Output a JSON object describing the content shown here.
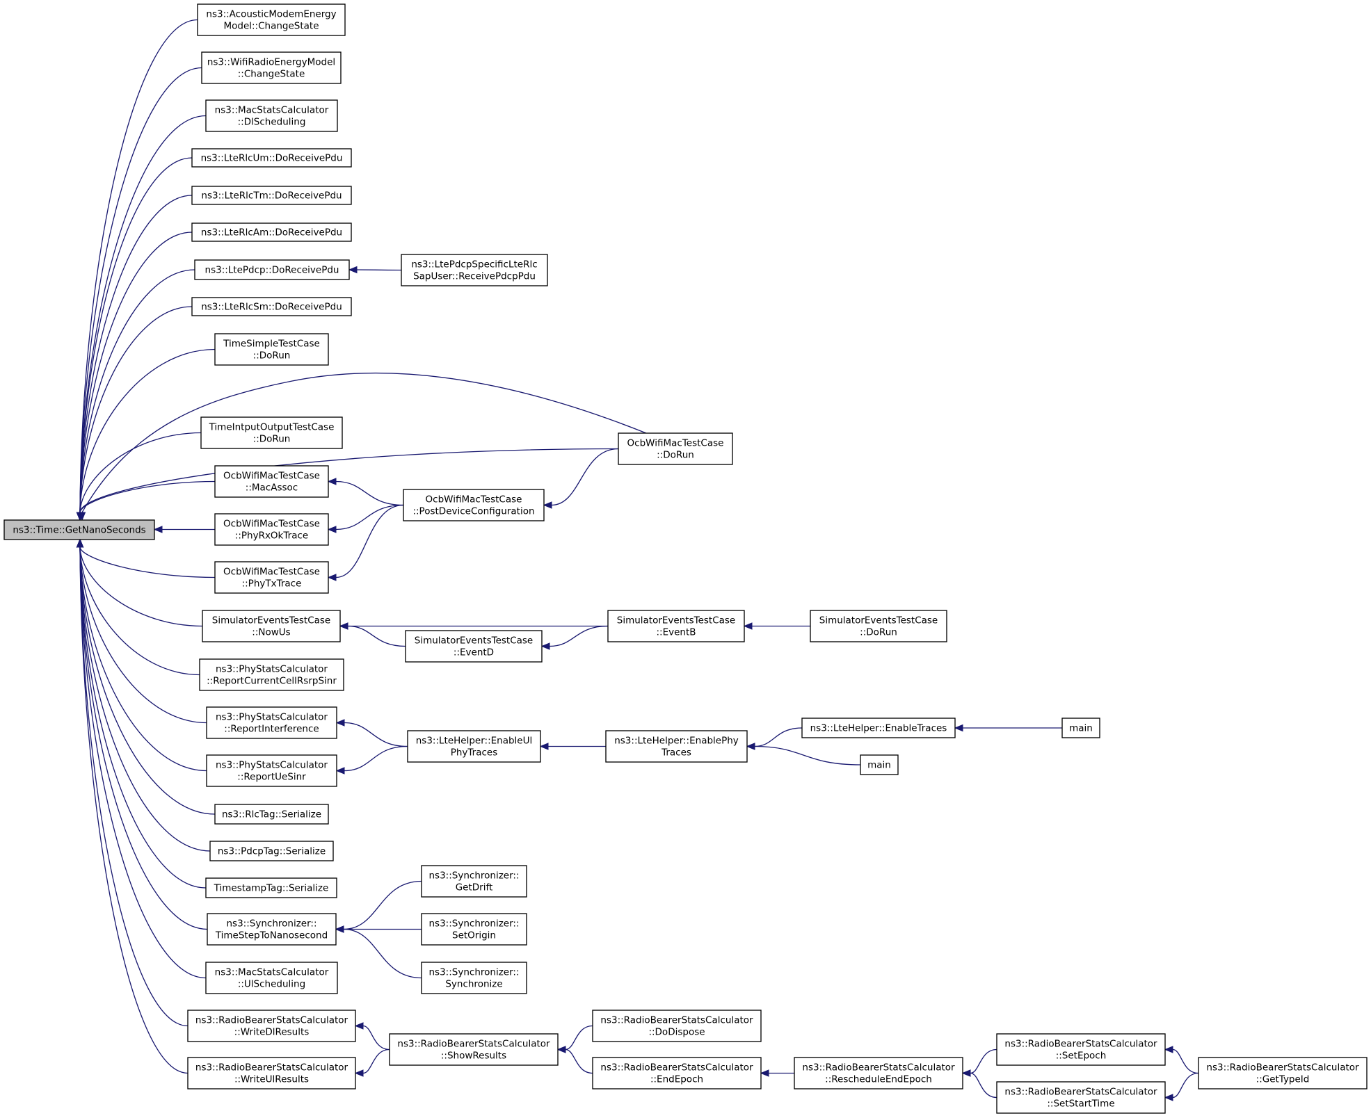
{
  "root": {
    "id": "root",
    "lines": [
      "ns3::Time::GetNanoSeconds"
    ]
  },
  "nodes": [
    {
      "id": "n1",
      "lines": [
        "ns3::AcousticModemEnergy",
        "Model::ChangeState"
      ]
    },
    {
      "id": "n2",
      "lines": [
        "ns3::WifiRadioEnergyModel",
        "::ChangeState"
      ]
    },
    {
      "id": "n3",
      "lines": [
        "ns3::MacStatsCalculator",
        "::DlScheduling"
      ]
    },
    {
      "id": "n4",
      "lines": [
        "ns3::LteRlcUm::DoReceivePdu"
      ]
    },
    {
      "id": "n5",
      "lines": [
        "ns3::LteRlcTm::DoReceivePdu"
      ]
    },
    {
      "id": "n6",
      "lines": [
        "ns3::LteRlcAm::DoReceivePdu"
      ]
    },
    {
      "id": "n7",
      "lines": [
        "ns3::LtePdcp::DoReceivePdu"
      ]
    },
    {
      "id": "n8",
      "lines": [
        "ns3::LtePdcpSpecificLteRlc",
        "SapUser::ReceivePdcpPdu"
      ]
    },
    {
      "id": "n9",
      "lines": [
        "ns3::LteRlcSm::DoReceivePdu"
      ]
    },
    {
      "id": "n10",
      "lines": [
        "TimeSimpleTestCase",
        "::DoRun"
      ]
    },
    {
      "id": "n11",
      "lines": [
        "TimeIntputOutputTestCase",
        "::DoRun"
      ]
    },
    {
      "id": "n12",
      "lines": [
        "OcbWifiMacTestCase",
        "::DoRun"
      ]
    },
    {
      "id": "n13",
      "lines": [
        "OcbWifiMacTestCase",
        "::MacAssoc"
      ]
    },
    {
      "id": "n14",
      "lines": [
        "OcbWifiMacTestCase",
        "::PostDeviceConfiguration"
      ]
    },
    {
      "id": "n15",
      "lines": [
        "OcbWifiMacTestCase",
        "::PhyRxOkTrace"
      ]
    },
    {
      "id": "n16",
      "lines": [
        "OcbWifiMacTestCase",
        "::PhyTxTrace"
      ]
    },
    {
      "id": "n17",
      "lines": [
        "SimulatorEventsTestCase",
        "::NowUs"
      ]
    },
    {
      "id": "n18",
      "lines": [
        "SimulatorEventsTestCase",
        "::EventB"
      ]
    },
    {
      "id": "n19",
      "lines": [
        "SimulatorEventsTestCase",
        "::DoRun"
      ]
    },
    {
      "id": "n20",
      "lines": [
        "SimulatorEventsTestCase",
        "::EventD"
      ]
    },
    {
      "id": "n21",
      "lines": [
        "ns3::PhyStatsCalculator",
        "::ReportCurrentCellRsrpSinr"
      ]
    },
    {
      "id": "n22",
      "lines": [
        "ns3::PhyStatsCalculator",
        "::ReportInterference"
      ]
    },
    {
      "id": "n23",
      "lines": [
        "ns3::LteHelper::EnableUl",
        "PhyTraces"
      ]
    },
    {
      "id": "n24",
      "lines": [
        "ns3::LteHelper::EnablePhy",
        "Traces"
      ]
    },
    {
      "id": "n25",
      "lines": [
        "ns3::LteHelper::EnableTraces"
      ]
    },
    {
      "id": "n26",
      "lines": [
        "main"
      ]
    },
    {
      "id": "n27",
      "lines": [
        "main"
      ]
    },
    {
      "id": "n28",
      "lines": [
        "ns3::PhyStatsCalculator",
        "::ReportUeSinr"
      ]
    },
    {
      "id": "n29",
      "lines": [
        "ns3::RlcTag::Serialize"
      ]
    },
    {
      "id": "n30",
      "lines": [
        "ns3::PdcpTag::Serialize"
      ]
    },
    {
      "id": "n31",
      "lines": [
        "TimestampTag::Serialize"
      ]
    },
    {
      "id": "n32",
      "lines": [
        "ns3::Synchronizer::",
        "TimeStepToNanosecond"
      ]
    },
    {
      "id": "n33",
      "lines": [
        "ns3::Synchronizer::",
        "GetDrift"
      ]
    },
    {
      "id": "n34",
      "lines": [
        "ns3::Synchronizer::",
        "SetOrigin"
      ]
    },
    {
      "id": "n35",
      "lines": [
        "ns3::Synchronizer::",
        "Synchronize"
      ]
    },
    {
      "id": "n36",
      "lines": [
        "ns3::MacStatsCalculator",
        "::UlScheduling"
      ]
    },
    {
      "id": "n37",
      "lines": [
        "ns3::RadioBearerStatsCalculator",
        "::WriteDlResults"
      ]
    },
    {
      "id": "n38",
      "lines": [
        "ns3::RadioBearerStatsCalculator",
        "::ShowResults"
      ]
    },
    {
      "id": "n39",
      "lines": [
        "ns3::RadioBearerStatsCalculator",
        "::DoDispose"
      ]
    },
    {
      "id": "n40",
      "lines": [
        "ns3::RadioBearerStatsCalculator",
        "::EndEpoch"
      ]
    },
    {
      "id": "n41",
      "lines": [
        "ns3::RadioBearerStatsCalculator",
        "::RescheduleEndEpoch"
      ]
    },
    {
      "id": "n42",
      "lines": [
        "ns3::RadioBearerStatsCalculator",
        "::SetEpoch"
      ]
    },
    {
      "id": "n43",
      "lines": [
        "ns3::RadioBearerStatsCalculator",
        "::GetTypeId"
      ]
    },
    {
      "id": "n44",
      "lines": [
        "ns3::RadioBearerStatsCalculator",
        "::SetStartTime"
      ]
    },
    {
      "id": "n45",
      "lines": [
        "ns3::RadioBearerStatsCalculator",
        "::WriteUlResults"
      ]
    }
  ],
  "edges": [
    {
      "from": "n1",
      "to": "root"
    },
    {
      "from": "n2",
      "to": "root"
    },
    {
      "from": "n3",
      "to": "root"
    },
    {
      "from": "n4",
      "to": "root"
    },
    {
      "from": "n5",
      "to": "root"
    },
    {
      "from": "n6",
      "to": "root"
    },
    {
      "from": "n7",
      "to": "root"
    },
    {
      "from": "n8",
      "to": "n7"
    },
    {
      "from": "n9",
      "to": "root"
    },
    {
      "from": "n10",
      "to": "root"
    },
    {
      "from": "n12",
      "to": "root"
    },
    {
      "from": "n11",
      "to": "root"
    },
    {
      "from": "n13",
      "to": "root"
    },
    {
      "from": "n14",
      "to": "n13"
    },
    {
      "from": "n12",
      "to": "n14"
    },
    {
      "from": "n15",
      "to": "root"
    },
    {
      "from": "n14",
      "to": "n15"
    },
    {
      "from": "n16",
      "to": "root"
    },
    {
      "from": "n14",
      "to": "n16"
    },
    {
      "from": "n17",
      "to": "root"
    },
    {
      "from": "n18",
      "to": "n17"
    },
    {
      "from": "n20",
      "to": "n17"
    },
    {
      "from": "n19",
      "to": "n18"
    },
    {
      "from": "n18",
      "to": "n20"
    },
    {
      "from": "n21",
      "to": "root"
    },
    {
      "from": "n22",
      "to": "root"
    },
    {
      "from": "n23",
      "to": "n22"
    },
    {
      "from": "n24",
      "to": "n23"
    },
    {
      "from": "n25",
      "to": "n24"
    },
    {
      "from": "n26",
      "to": "n25"
    },
    {
      "from": "n27",
      "to": "n24"
    },
    {
      "from": "n28",
      "to": "root"
    },
    {
      "from": "n23",
      "to": "n28"
    },
    {
      "from": "n29",
      "to": "root"
    },
    {
      "from": "n30",
      "to": "root"
    },
    {
      "from": "n31",
      "to": "root"
    },
    {
      "from": "n32",
      "to": "root"
    },
    {
      "from": "n33",
      "to": "n32"
    },
    {
      "from": "n34",
      "to": "n32"
    },
    {
      "from": "n35",
      "to": "n32"
    },
    {
      "from": "n36",
      "to": "root"
    },
    {
      "from": "n37",
      "to": "root"
    },
    {
      "from": "n38",
      "to": "n37"
    },
    {
      "from": "n39",
      "to": "n38"
    },
    {
      "from": "n40",
      "to": "n38"
    },
    {
      "from": "n41",
      "to": "n40"
    },
    {
      "from": "n42",
      "to": "n41"
    },
    {
      "from": "n43",
      "to": "n42"
    },
    {
      "from": "n44",
      "to": "n41"
    },
    {
      "from": "n43",
      "to": "n44"
    },
    {
      "from": "n45",
      "to": "root"
    },
    {
      "from": "n38",
      "to": "n45"
    }
  ],
  "colors": {
    "edge": "#191970",
    "root_fill": "#bfbfbf",
    "node_fill": "#ffffff",
    "node_border": "#000000"
  }
}
